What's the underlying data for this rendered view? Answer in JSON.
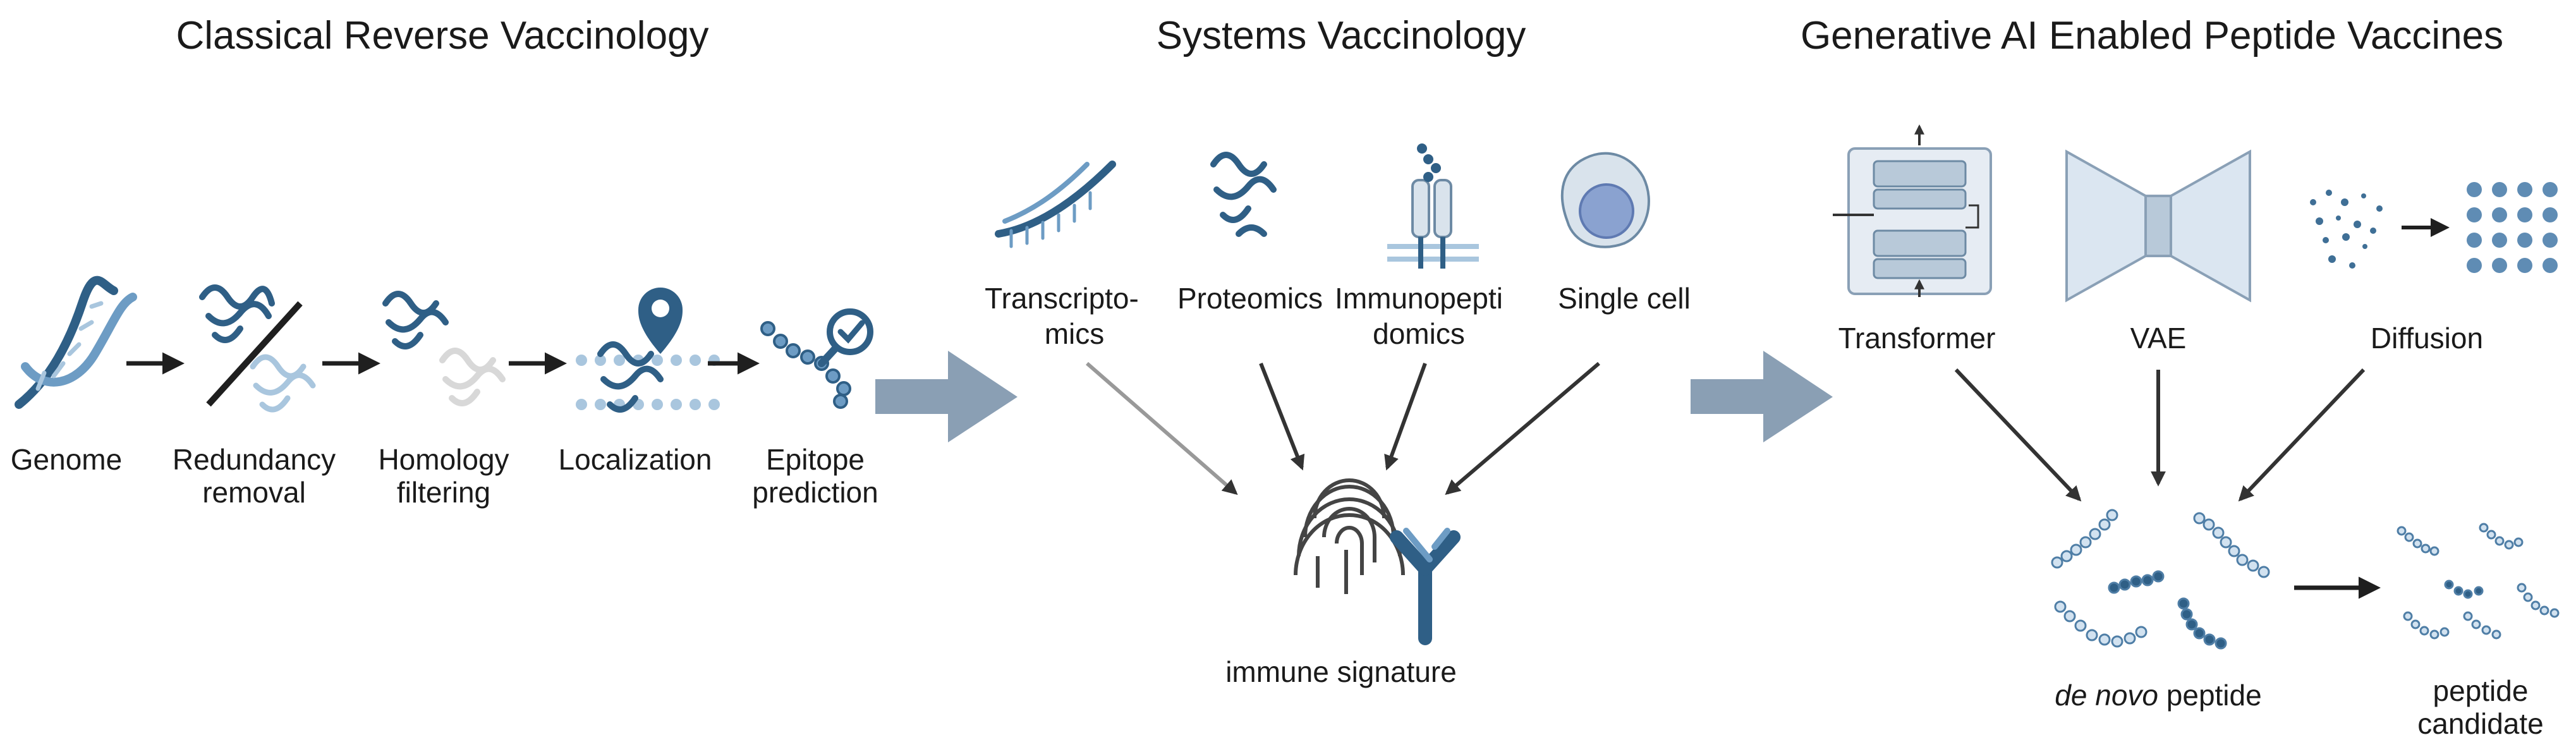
{
  "sections": {
    "classical": "Classical Reverse Vaccinology",
    "systems": "Systems Vaccinology",
    "generative": "Generative AI Enabled Peptide Vaccines"
  },
  "classical_steps": {
    "genome": "Genome",
    "redundancy": "Redundancy removal",
    "homology": "Homology filtering",
    "localization": "Localization",
    "epitope": "Epitope prediction"
  },
  "systems_inputs": {
    "transcriptomics_1": "Transcripto-",
    "transcriptomics_2": "mics",
    "proteomics": "Proteomics",
    "immuno_1": "Immunopepti",
    "immuno_2": "domics",
    "single_cell": "Single cell"
  },
  "systems_output": "immune signature",
  "generative_models": {
    "transformer": "Transformer",
    "vae": "VAE",
    "diffusion": "Diffusion"
  },
  "generative_output": {
    "denovo_italic": "de novo",
    "denovo_rest": " peptide",
    "candidate": "peptide candidate"
  },
  "colors": {
    "dark_blue": "#2f5f86",
    "mid_blue": "#6d9cc4",
    "light_blue": "#a9c6de",
    "big_arrow": "#8a9fb4",
    "arrow": "#1f1f1f"
  }
}
